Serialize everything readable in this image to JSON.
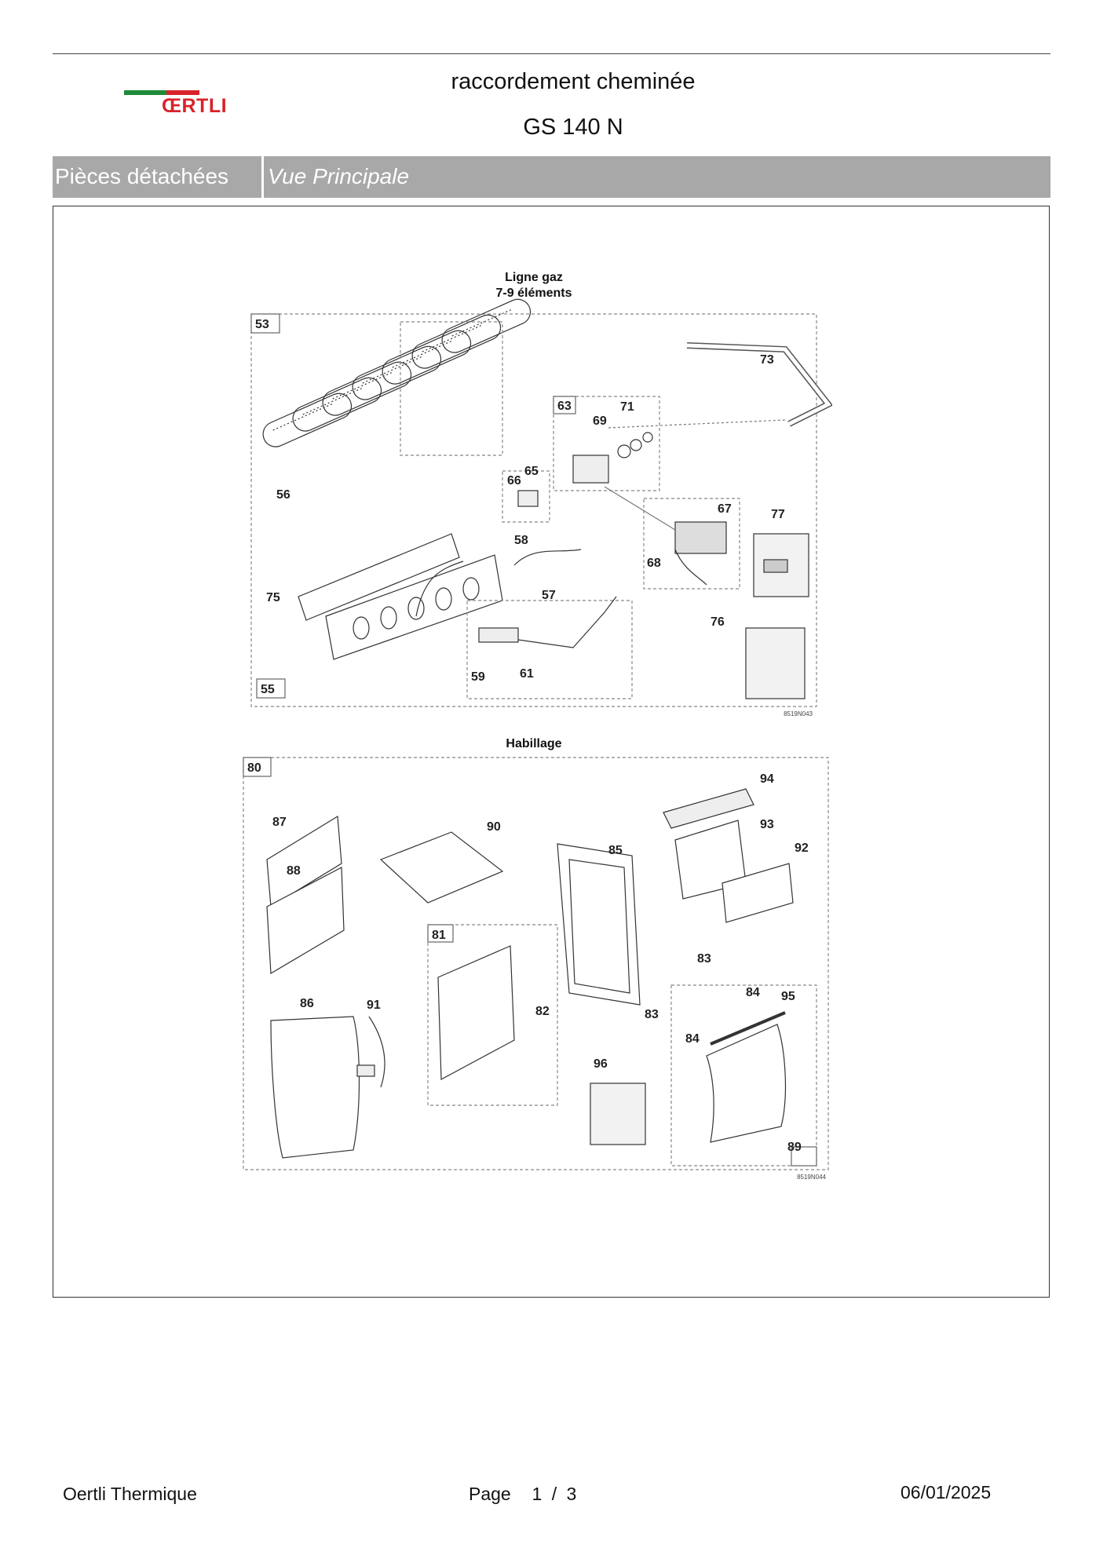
{
  "header": {
    "logo_text": "ŒRTLI",
    "title": "raccordement cheminée",
    "model": "GS 140 N",
    "brand_colors": {
      "green": "#1e8a3a",
      "red": "#d8232a"
    }
  },
  "section_bar": {
    "category": "Pièces détachées",
    "view": "Vue Principale"
  },
  "diagram_gas": {
    "title_line1": "Ligne gaz",
    "title_line2": "7-9 éléments",
    "ref_code": "8519N043",
    "labels": [
      "53",
      "55",
      "56",
      "57",
      "58",
      "59",
      "61",
      "63",
      "65",
      "66",
      "67",
      "68",
      "69",
      "71",
      "73",
      "75",
      "76",
      "77"
    ]
  },
  "diagram_casing": {
    "title": "Habillage",
    "ref_code": "8519N044",
    "labels": [
      "80",
      "81",
      "82",
      "83",
      "83",
      "84",
      "84",
      "85",
      "86",
      "87",
      "88",
      "89",
      "90",
      "91",
      "92",
      "93",
      "94",
      "95",
      "96"
    ]
  },
  "footer": {
    "company": "Oertli Thermique",
    "page_label": "Page",
    "page_current": "1",
    "page_sep": "/",
    "page_total": "3",
    "date": "06/01/2025"
  }
}
